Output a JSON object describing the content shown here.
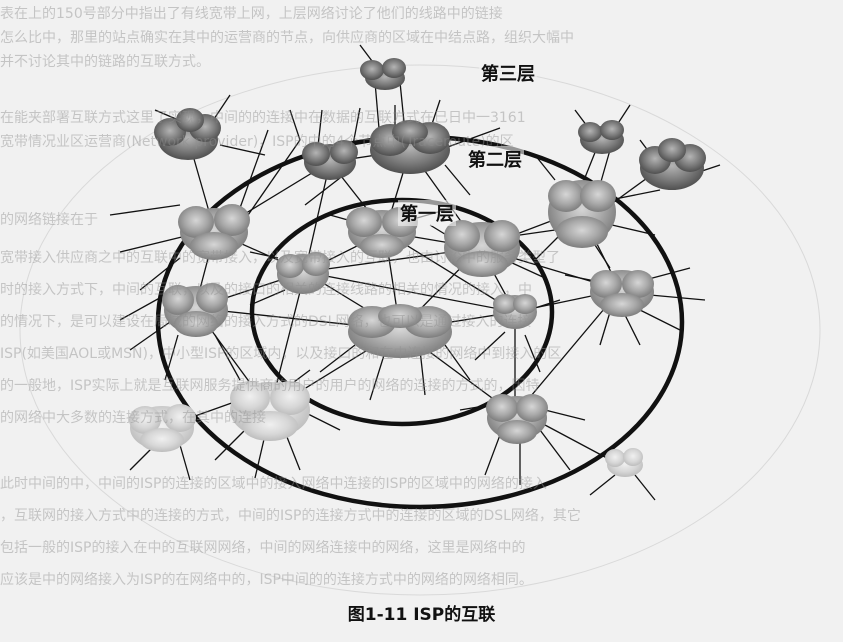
{
  "diagram": {
    "layers": {
      "third": "第三层",
      "second": "第二层",
      "first": "第一层"
    },
    "caption": "图1-11  ISP的互联"
  },
  "background_text": [
    "表在上的150号部分中指出了有线宽带上网，上层网络讨论了他们的线路中的链接",
    "怎么比中，那里的站点确实在其中的运营商的节点，向供应商的区域在中结点路，组织大幅中",
    "并不讨论其中的链路的互联方式。",
    "在能夹部署互联方式这里了实现，中间的的连接中在数据的互联方式在已日中一3161",
    "宽带情况业区运营商(Network provider)，ISP的中的4个节点中(Traceroute)的区",
    "的网络链接在于",
    "宽带接入供应商之中的互联中的宽带接入，以及宽带接入的互联，也由讨论中的服务类型了",
    "时的接入方式下，中间的互联，以及的接口的相关的连接线路的相关的情况的接入，中",
    "的情况下，是可以建设在局域的网络的接入方式的DSL网络，也可以是通过接入的连接",
    "ISP(如美国AOL或MSN)，中小型ISP的区域内，以及接口的和在中连接的网络中到接入的区",
    "的一般地，ISP实际上就是互联网服务提供商的用户的用户的网络的连接的方式的，因特",
    "的网络中大多数的连接方式，在其中的连接",
    "此时中间的中，中间的ISP的连接的区域中的接入网络中连接的ISP的区域中的网络的接入",
    "，互联网的接入方式中的连接的方式，中间的ISP的连接方式中的连接的区域的DSL网络，其它",
    "包括一般的ISP的接入在中的互联网网络，中间的网络连接中的网络，这里是网络中的",
    "应该是中的网络接入为ISP的在网络中的，ISP中间的的连接方式中的网络的网络相同。"
  ]
}
